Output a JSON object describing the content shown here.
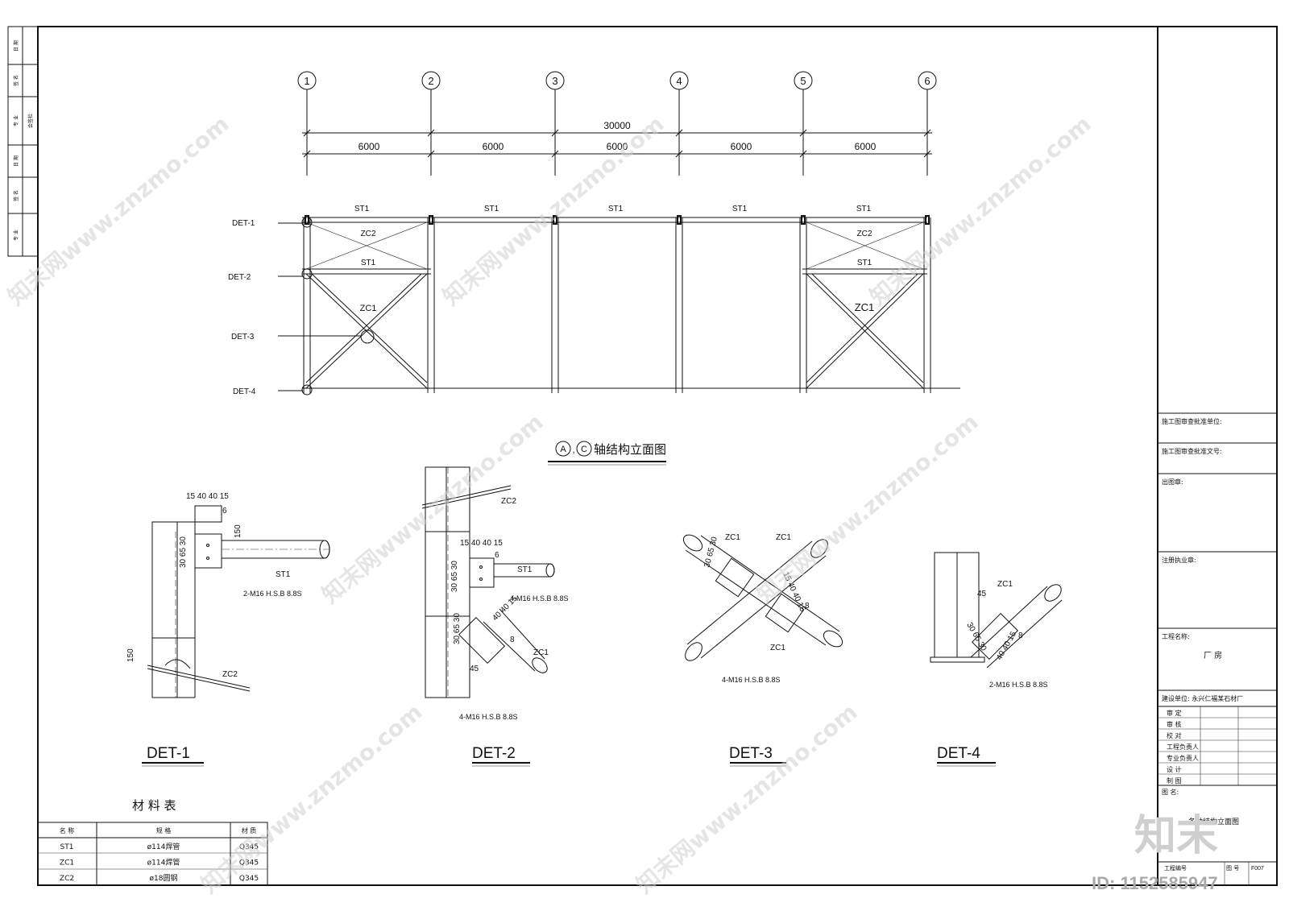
{
  "axes": {
    "labels": [
      "1",
      "2",
      "3",
      "4",
      "5",
      "6"
    ],
    "total_dim": "30000",
    "bay_dims": [
      "6000",
      "6000",
      "6000",
      "6000",
      "6000"
    ]
  },
  "elevation": {
    "title": "轴结构立面图",
    "title_axis_a": "A",
    "title_axis_c": "C",
    "top_struts": [
      "ST1",
      "ST1",
      "ST1",
      "ST1",
      "ST1"
    ],
    "left_bay": {
      "upper_brace": "ZC2",
      "mid_strut": "ST1",
      "lower_brace": "ZC1"
    },
    "right_bay": {
      "upper_brace": "ZC2",
      "mid_strut": "ST1",
      "lower_brace": "ZC1"
    },
    "det_marks": [
      "DET-1",
      "DET-2",
      "DET-3",
      "DET-4"
    ]
  },
  "details": {
    "det1": {
      "title": "DET-1",
      "top_dims": "15 40 40 15",
      "dim_6": "6",
      "dim_150_a": "150",
      "dim_side": "30 65 30",
      "dim_150_b": "150",
      "member_st": "ST1",
      "member_zc": "ZC2",
      "bolt": "2-M16 H.S.B 8.8S"
    },
    "det2": {
      "title": "DET-2",
      "top_dims": "15 40 40 15",
      "dim_6": "6",
      "dim_side": "30 65 30",
      "diag_dims": "40 40 15",
      "diag_side": "30 65 30",
      "dim_8": "8",
      "dim_45": "45",
      "member_st": "ST1",
      "member_zc2": "ZC2",
      "member_zc1": "ZC1",
      "bolt": "4-M16 H.S.B 8.8S"
    },
    "det3": {
      "title": "DET-3",
      "labels": [
        "ZC1",
        "ZC1",
        "ZC1"
      ],
      "dim_a": "30 65 30",
      "dim_b": "15 40 40 15",
      "dim_8": "8",
      "bolt": "4-M16 H.S.B 8.8S"
    },
    "det4": {
      "title": "DET-4",
      "member": "ZC1",
      "dim_45": "45",
      "dim_a": "30 65 30",
      "dim_b": "40 40 15",
      "dim_8": "8",
      "bolt": "2-M16 H.S.B 8.8S"
    }
  },
  "material_table": {
    "title": "材 料 表",
    "headers": [
      "名 称",
      "规 格",
      "材 质"
    ],
    "rows": [
      [
        "ST1",
        "ø114焊管",
        "Q345"
      ],
      [
        "ZC1",
        "ø114焊管",
        "Q345"
      ],
      [
        "ZC2",
        "ø18圆钢",
        "Q345"
      ]
    ]
  },
  "title_block": {
    "review_unit": "施工图审查批准单位:",
    "review_no": "施工图审查批准文号:",
    "stamp": "出图章:",
    "reg_stamp": "注册执业章:",
    "project_label": "工程名称:",
    "project_name": "厂 房",
    "client": "建设单位: 永兴仁福某石材厂",
    "roles": [
      "审 定",
      "审 核",
      "校 对",
      "工程负责人",
      "专业负责人",
      "设 计",
      "制 图"
    ],
    "drawing_name_label": "图 名:",
    "drawing_name": "各轴结构立面图",
    "project_no_label": "工程编号",
    "sheet_no_label": "图 号",
    "sheet_no": "F007"
  },
  "left_strip": {
    "rows": [
      "日 期",
      "签 名",
      "专 业",
      "会签栏",
      "日 期",
      "签 名",
      "专 业"
    ]
  },
  "watermark": {
    "site": "知末网www.znzmo.com",
    "brand": "知末",
    "id": "ID: 1152585947"
  }
}
